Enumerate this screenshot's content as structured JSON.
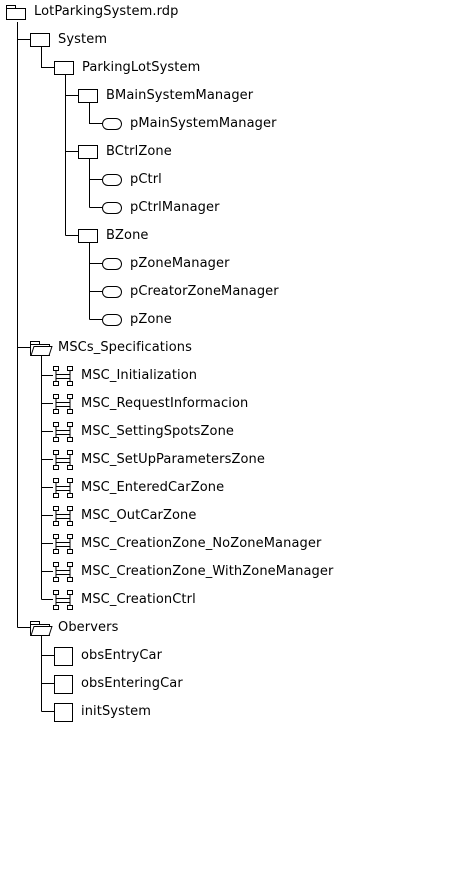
{
  "tree": {
    "root": {
      "label": "LotParkingSystem.rdp",
      "icon": "folder-icon"
    },
    "system": {
      "label": "System",
      "icon": "system-box-icon"
    },
    "parking_lot_system": {
      "label": "ParkingLotSystem",
      "icon": "system-box-icon"
    },
    "bmain_system_manager": {
      "label": "BMainSystemManager",
      "icon": "block-box-icon"
    },
    "pmain_system_manager": {
      "label": "pMainSystemManager",
      "icon": "process-icon"
    },
    "bctrl_zone": {
      "label": "BCtrlZone",
      "icon": "block-box-icon"
    },
    "pctrl": {
      "label": "pCtrl",
      "icon": "process-icon"
    },
    "pctrl_manager": {
      "label": "pCtrlManager",
      "icon": "process-icon"
    },
    "bzone": {
      "label": "BZone",
      "icon": "block-box-icon"
    },
    "pzone_manager": {
      "label": "pZoneManager",
      "icon": "process-icon"
    },
    "pcreator_zone_manager": {
      "label": "pCreatorZoneManager",
      "icon": "process-icon"
    },
    "pzone": {
      "label": "pZone",
      "icon": "process-icon"
    },
    "mscs_specifications": {
      "label": "MSCs_Specifications",
      "icon": "open-folder-icon"
    },
    "msc_items": [
      "MSC_Initialization",
      "MSC_RequestInformacion",
      "MSC_SettingSpotsZone",
      "MSC_SetUpParametersZone",
      "MSC_EnteredCarZone",
      "MSC_OutCarZone",
      "MSC_CreationZone_NoZoneManager",
      "MSC_CreationZone_WithZoneManager",
      "MSC_CreationCtrl"
    ],
    "obervers": {
      "label": "Obervers",
      "icon": "open-folder-icon"
    },
    "observer_items": [
      "obsEntryCar",
      "obsEnteringCar",
      "initSystem"
    ]
  }
}
